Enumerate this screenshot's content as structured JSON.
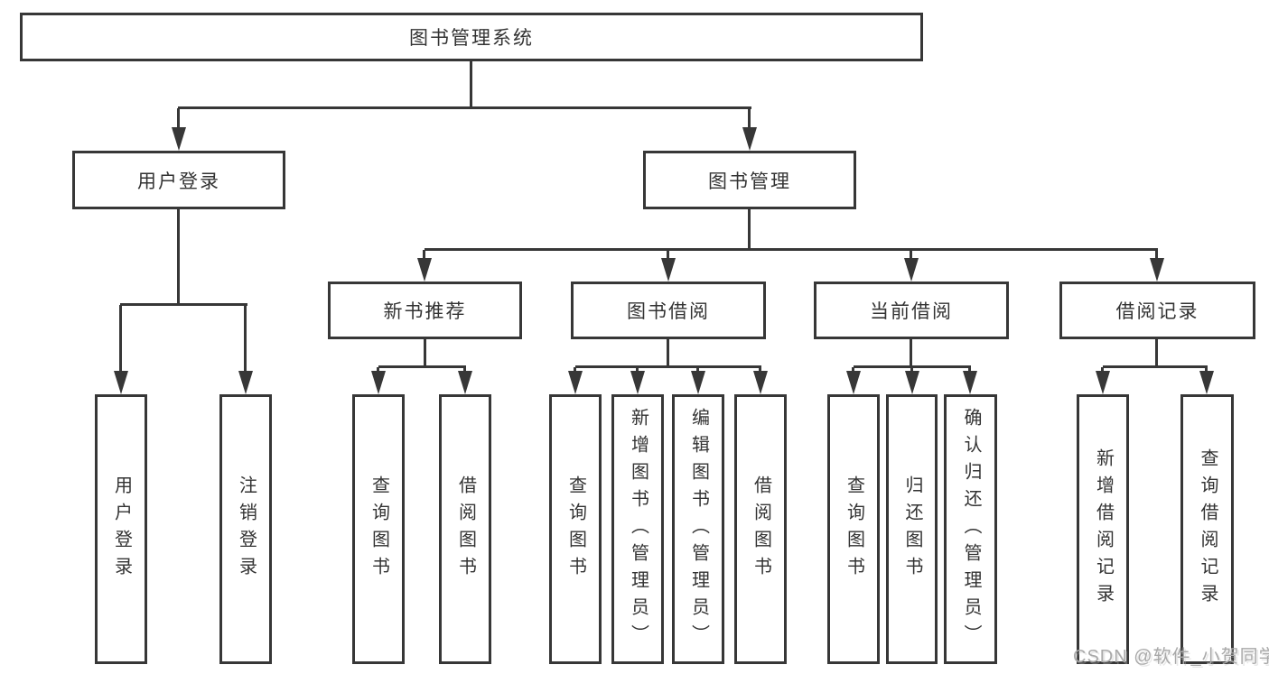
{
  "diagram": {
    "root": "图书管理系统",
    "login": {
      "label": "用户登录",
      "children": [
        "用户登录",
        "注销登录"
      ]
    },
    "mgmt": {
      "label": "图书管理",
      "sections": [
        {
          "label": "新书推荐",
          "children": [
            "查询图书",
            "借阅图书"
          ]
        },
        {
          "label": "图书借阅",
          "children": [
            "查询图书",
            "新增图书（管理员）",
            "编辑图书（管理员）",
            "借阅图书"
          ]
        },
        {
          "label": "当前借阅",
          "children": [
            "查询图书",
            "归还图书",
            "确认归还（管理员）"
          ]
        },
        {
          "label": "借阅记录",
          "children": [
            "新增借阅记录",
            "查询借阅记录"
          ]
        }
      ]
    }
  },
  "watermark": "CSDN @软件_小贺同学",
  "colors": {
    "line": "#373737",
    "text": "#333333",
    "watermark": "#a9a9a9",
    "background": "#ffffff"
  }
}
